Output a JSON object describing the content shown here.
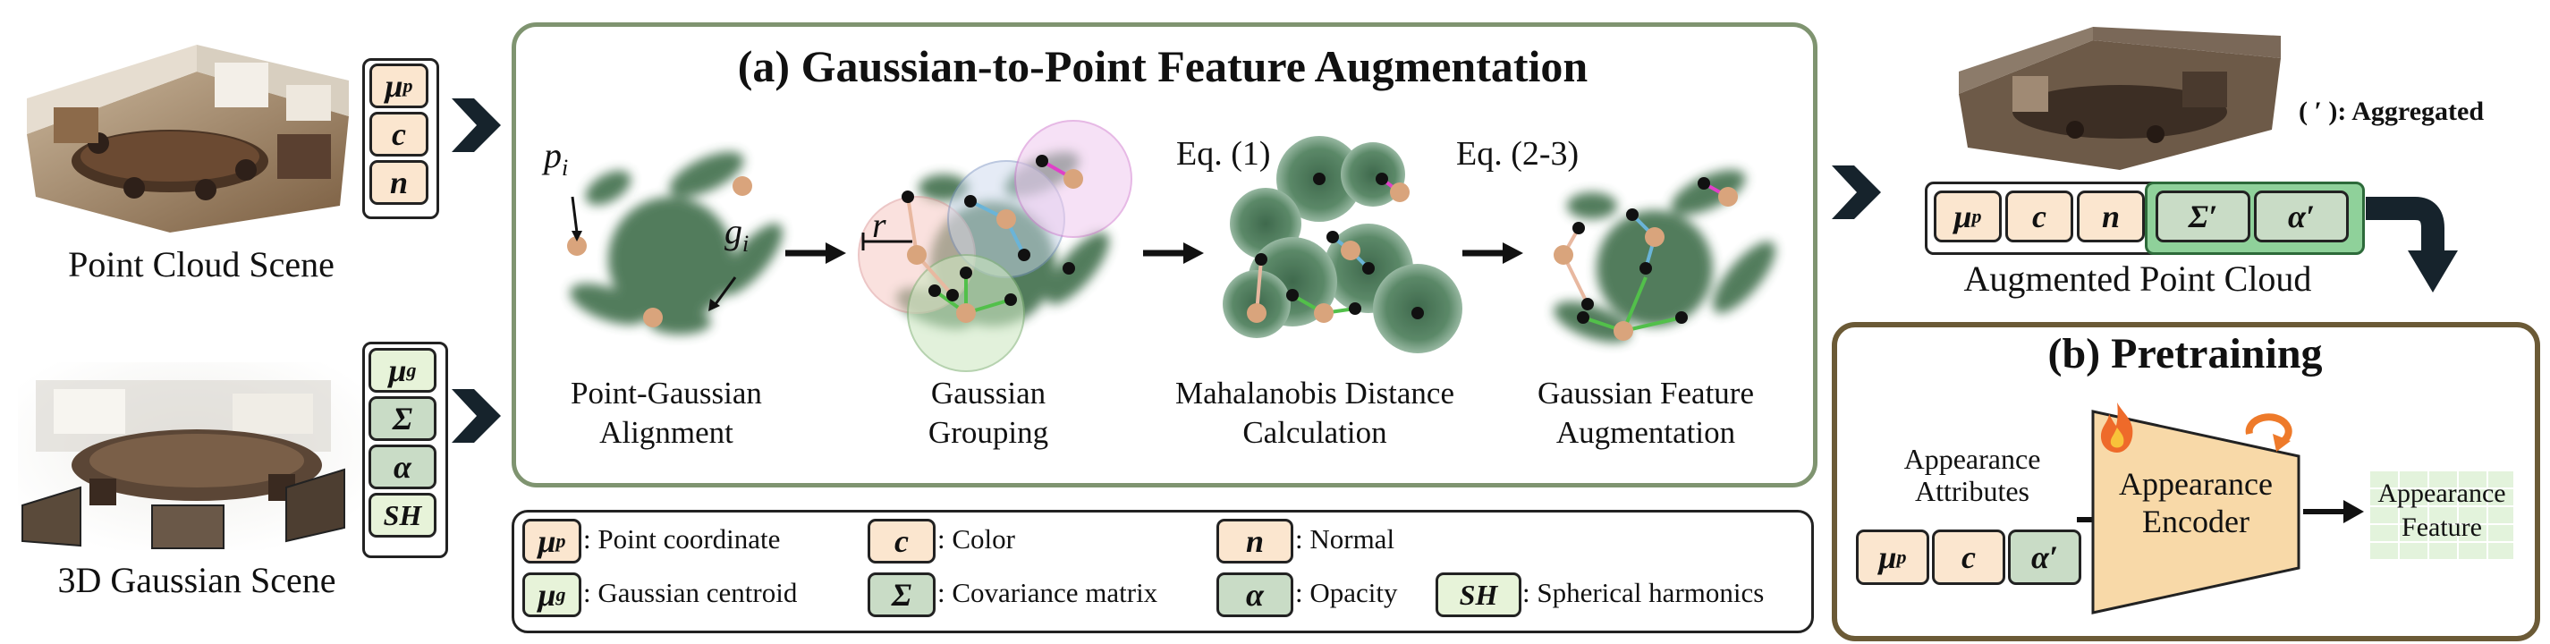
{
  "inputs": {
    "point_cloud_caption": "Point Cloud Scene",
    "gaussian_caption": "3D Gaussian Scene"
  },
  "panel_a": {
    "title": "(a) Gaussian-to-Point Feature Augmentation",
    "steps": [
      {
        "line1": "Point-Gaussian",
        "line2": "Alignment"
      },
      {
        "line1": "Gaussian",
        "line2": "Grouping"
      },
      {
        "line1": "Mahalanobis Distance",
        "line2": "Calculation"
      },
      {
        "line1": "Gaussian Feature",
        "line2": "Augmentation"
      }
    ],
    "eq1": "Eq. (1)",
    "eq2": "Eq. (2-3)",
    "labels": {
      "p": "p",
      "p_sub": "i",
      "g": "g",
      "g_sub": "i",
      "r": "r"
    }
  },
  "chips": {
    "mu_p": "μ",
    "mu_p_sup": "p",
    "c": "c",
    "n": "n",
    "mu_g": "μ",
    "mu_g_sup": "g",
    "sigma": "Σ",
    "alpha": "α",
    "sh": "SH",
    "sigma_prime": "Σ′",
    "alpha_prime": "α′"
  },
  "augmented": {
    "caption": "Augmented Point Cloud",
    "aggregated_note": "( ′ ): Aggregated"
  },
  "legend": {
    "point_coordinate": ": Point coordinate",
    "color": ": Color",
    "normal": ": Normal",
    "gaussian_centroid": ": Gaussian centroid",
    "covariance": ": Covariance matrix",
    "opacity": ": Opacity",
    "spherical": ": Spherical harmonics"
  },
  "panel_b": {
    "title": "(b) Pretraining",
    "attr_line1": "Appearance",
    "attr_line2": "Attributes",
    "encoder_line1": "Appearance",
    "encoder_line2": "Encoder",
    "feature_line1": "Appearance",
    "feature_line2": "Feature"
  },
  "colors": {
    "panel_a_border": "#7f9470",
    "panel_b_border": "#6b5a36",
    "chip_point": "#fbe6cf",
    "chip_gaussian": "#e7f3d9",
    "chip_dark": "#c9dcc6",
    "gaussian_green": "#3f6e4c",
    "point_tan": "#d9a47c",
    "arrow_dark": "#16232c"
  }
}
